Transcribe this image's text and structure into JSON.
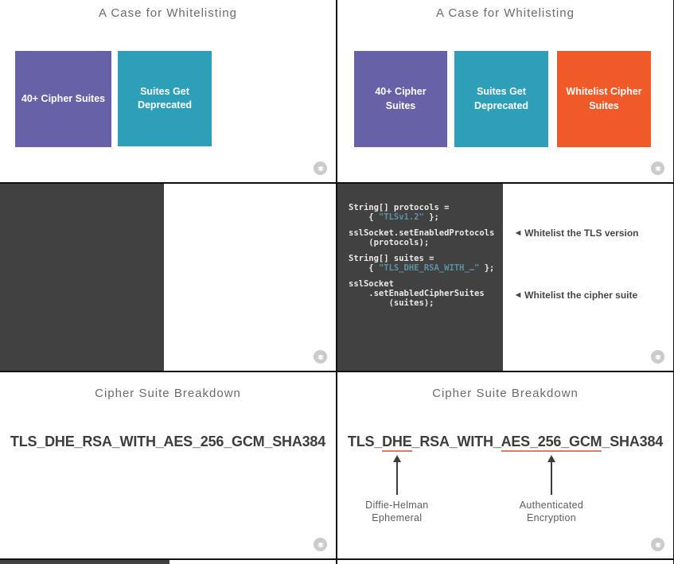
{
  "colors": {
    "purple": "#6761A8",
    "teal": "#2E9FB9",
    "orange": "#F05A28",
    "dark_panel": "#414141",
    "code_text": "#E9E9E9",
    "code_string": "#5B92A5",
    "underline": "#DD7E5E",
    "arrow": "#3C3C3C",
    "title": "#6B6B6B",
    "cipher": "#3D3D3D",
    "callout": "#474747",
    "annot_label": "#5E5E5E",
    "badge": "#CBCBCB",
    "border": "#111111"
  },
  "icons": {
    "badge": "speakerdeck-icon"
  },
  "slides": {
    "top_left": {
      "title": "A Case for Whitelisting",
      "boxes": [
        {
          "label": "40+ Cipher Suites",
          "color": "purple"
        },
        {
          "label": "Suites Get\nDeprecated",
          "color": "teal"
        }
      ]
    },
    "top_right": {
      "title": "A Case for Whitelisting",
      "boxes": [
        {
          "label": "40+ Cipher Suites",
          "color": "purple"
        },
        {
          "label": "Suites Get\nDeprecated",
          "color": "teal"
        },
        {
          "label": "Whitelist Cipher\nSuites",
          "color": "orange"
        }
      ]
    },
    "middle_left": {},
    "middle_right": {
      "code": {
        "statements": [
          [
            [
              {
                "t": "String[] protocols ="
              }
            ],
            [
              {
                "t": "    { "
              },
              {
                "t": "\"TLSv1.2\"",
                "s": true
              },
              {
                "t": " };"
              }
            ]
          ],
          [
            [
              {
                "t": "sslSocket.setEnabledProtocols"
              }
            ],
            [
              {
                "t": "    (protocols);"
              }
            ]
          ],
          [
            [
              {
                "t": "String[] suites ="
              }
            ],
            [
              {
                "t": "    { "
              },
              {
                "t": "\"TLS_DHE_RSA_WITH_…\"",
                "s": true
              },
              {
                "t": " };"
              }
            ]
          ],
          [
            [
              {
                "t": "sslSocket"
              }
            ],
            [
              {
                "t": "    .setEnabledCipherSuites"
              }
            ],
            [
              {
                "t": "        (suites);"
              }
            ]
          ]
        ]
      },
      "annotations": [
        {
          "marker": "◀",
          "text": "Whitelist the TLS version"
        },
        {
          "marker": "◀",
          "text": "Whitelist the cipher suite"
        }
      ]
    },
    "bottom_left": {
      "title": "Cipher Suite Breakdown",
      "cipher": "TLS_DHE_RSA_WITH_AES_256_GCM_SHA384"
    },
    "bottom_right": {
      "title": "Cipher Suite Breakdown",
      "cipher_segments": [
        {
          "text": "TLS_"
        },
        {
          "text": "DHE",
          "underline": true,
          "label": "Diffie-Helman\nEphemeral"
        },
        {
          "text": "_RSA_WITH_"
        },
        {
          "text": "AES_256_GCM",
          "underline": true,
          "label": "Authenticated\nEncryption"
        },
        {
          "text": "_SHA384"
        }
      ]
    }
  }
}
